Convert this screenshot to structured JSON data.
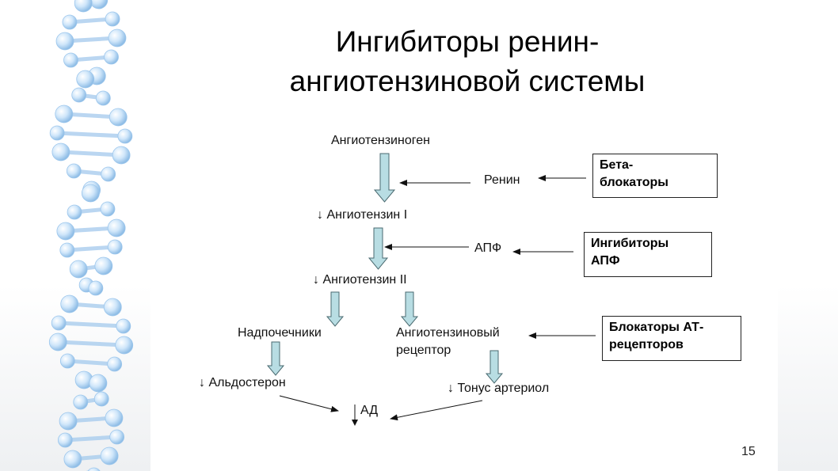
{
  "slide": {
    "title_line1": "Ингибиторы ренин-",
    "title_line2": "ангиотензиновой системы",
    "page_number": "15"
  },
  "nodes": {
    "angiotensinogen": "Ангиотензиноген",
    "renin": "Ренин",
    "angiotensin1": "↓ Ангиотензин I",
    "apf": "АПФ",
    "angiotensin2": "↓ Ангиотензин II",
    "adrenals": "Надпочечники",
    "receptor_line1": "Ангиотензиновый",
    "receptor_line2": "рецептор",
    "aldosterone": "↓ Альдостерон",
    "ad": "АД",
    "tone": "↓ Тонус артериол"
  },
  "boxes": {
    "beta_line1": "Бета-",
    "beta_line2": "блокаторы",
    "acei_line1": "Ингибиторы",
    "acei_line2": "АПФ",
    "arb_line1": "Блокаторы АТ-",
    "arb_line2": "рецепторов"
  },
  "colors": {
    "arrow_fill": "#b8dde3",
    "arrow_stroke": "#4a6a70",
    "helix_ball": "#bcdcf6"
  }
}
